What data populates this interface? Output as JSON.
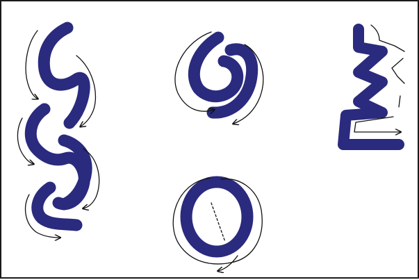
{
  "colors": {
    "shape": "#2a2a7e",
    "arrow": "#111111",
    "background": "#ffffff",
    "border": "#1a1a1a"
  },
  "shapes": [
    {
      "name": "chain-s-shape",
      "description_icon": "double-s-chain-icon"
    },
    {
      "name": "spiral-shape",
      "description_icon": "spiral-icon"
    },
    {
      "name": "zigzag-shape",
      "description_icon": "zigzag-icon"
    },
    {
      "name": "ring-shape",
      "description_icon": "ring-icon"
    }
  ]
}
